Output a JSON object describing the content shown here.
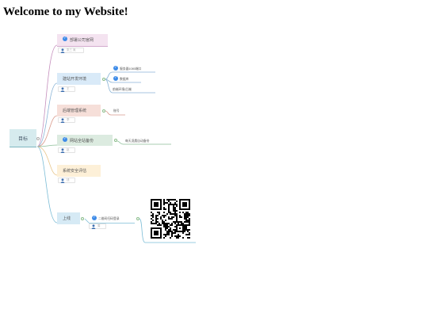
{
  "page": {
    "title": "Welcome to my Website!"
  },
  "mindmap": {
    "root": {
      "label": "目标"
    },
    "branches": [
      {
        "label": "部署公司官网",
        "checked": true,
        "owner": "张三 吴",
        "color": "#f4e3f0",
        "line_color": "#c58fbd",
        "leaves": []
      },
      {
        "label": "建站开发环境",
        "checked": false,
        "owner": "王",
        "color": "#d9eaf8",
        "line_color": "#8ab4d6",
        "leaves": [
          {
            "label": "服务器1080端口",
            "checked": true
          },
          {
            "label": "数据库",
            "checked": true
          },
          {
            "label": "前端环境/后端",
            "checked": false
          }
        ]
      },
      {
        "label": "后端管理系统",
        "checked": false,
        "owner": "李",
        "color": "#f6dfd9",
        "line_color": "#d99a8c",
        "leaves": [
          {
            "label": "账号",
            "checked": false
          }
        ]
      },
      {
        "label": "网站全站备份",
        "checked": true,
        "owner": "赵",
        "color": "#dcebe0",
        "line_color": "#8dbf99",
        "leaves": [
          {
            "label": "每天凌晨自动备份",
            "checked": false
          }
        ]
      },
      {
        "label": "系统安全评估",
        "checked": false,
        "owner": "钱",
        "color": "#fdf0d8",
        "line_color": "#e8c68a",
        "leaves": []
      },
      {
        "label": "上线",
        "checked": false,
        "owner": "孙",
        "color": "#d6eaf5",
        "line_color": "#7bbcd6",
        "leaves": [],
        "sub": {
          "label": "二维码扫码登录",
          "checked": true,
          "owner": "周"
        }
      }
    ]
  },
  "qr": {
    "icon": "qr-code-icon"
  }
}
